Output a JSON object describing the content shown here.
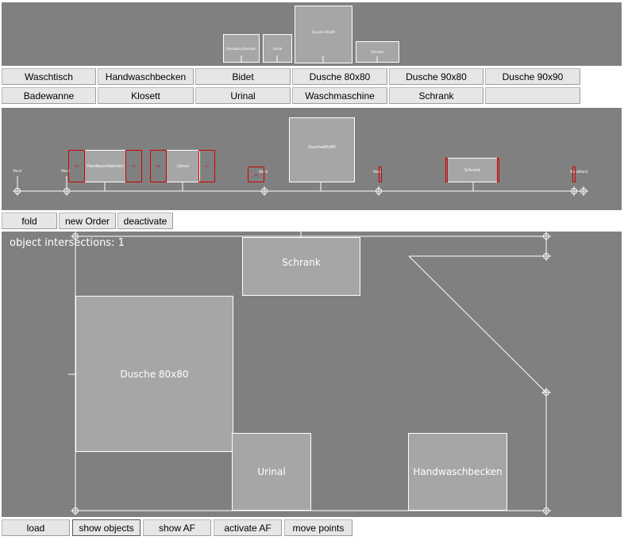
{
  "catalog": {
    "thumbnails": {
      "handwaschbecken": "Handwaschbecken",
      "urinal": "Urinal",
      "dusche": "Dusche 80x80",
      "schrank": "Schrank"
    },
    "buttons_row1": [
      "Waschtisch",
      "Handwaschbecken",
      "Bidet",
      "Dusche 80x80",
      "Dusche 90x80",
      "Dusche 90x90"
    ],
    "buttons_row2": [
      "Badewanne",
      "Klosett",
      "Urinal",
      "Waschmaschine",
      "Schrank",
      ""
    ]
  },
  "strip": {
    "wall_label": "Wand",
    "objects": {
      "handwaschbecken": "Handwaschbecken",
      "urinal": "Urinal",
      "dusche": "Dusche80x80",
      "schrank": "Schrank"
    },
    "marker_label": "20",
    "controls": [
      "fold",
      "new Order",
      "deactivate"
    ]
  },
  "plan": {
    "status": "object intersections: 1",
    "objects": {
      "schrank": "Schrank",
      "dusche": "Dusche 80x80",
      "urinal": "Urinal",
      "handwaschbecken": "Handwaschbecken"
    }
  },
  "bottom_toolbar": [
    "load",
    "show objects",
    "show AF",
    "activate AF",
    "move points"
  ],
  "colors": {
    "panel": "#808080",
    "object": "#a6a6a6",
    "marker": "#d00000",
    "lines": "#ffffff"
  }
}
